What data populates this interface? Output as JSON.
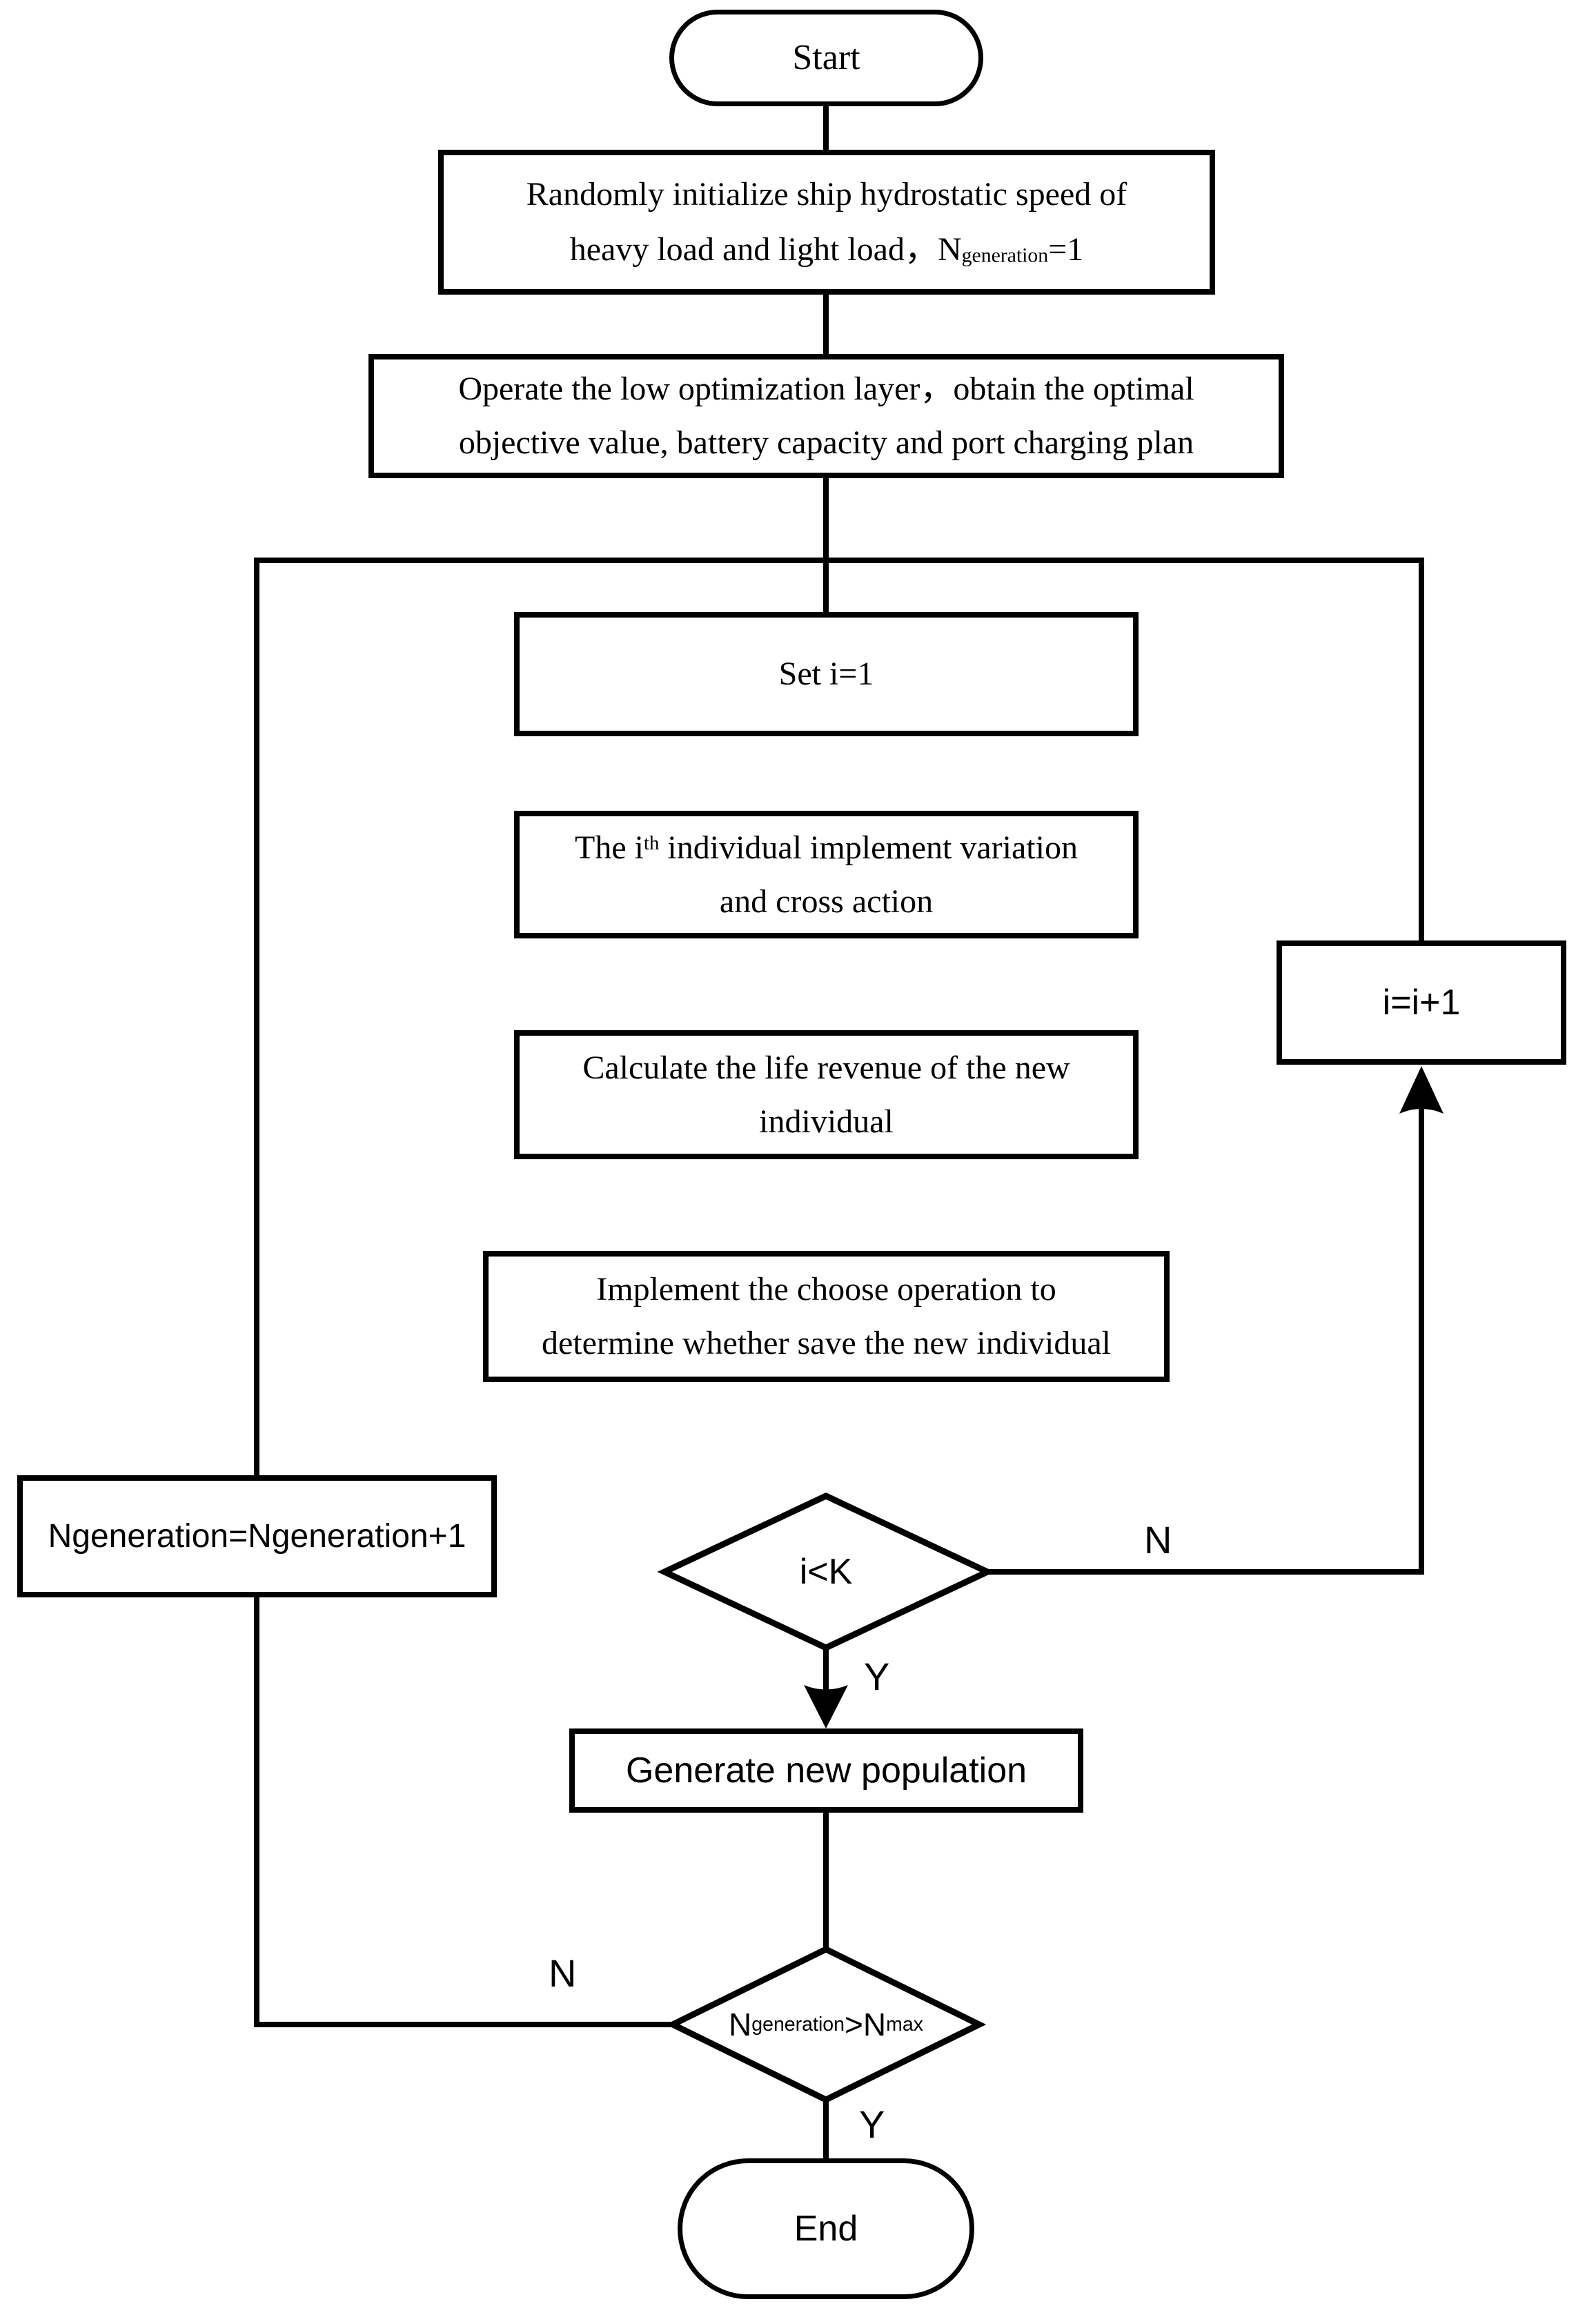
{
  "nodes": {
    "start": {
      "label": "Start"
    },
    "init": {
      "line1": "Randomly initialize ship hydrostatic speed of",
      "line2_text": "heavy load and light load，",
      "line2_var": "N",
      "line2_sub": "generation",
      "line2_tail": "=1"
    },
    "lower": {
      "line1": "Operate the low optimization layer，obtain the optimal",
      "line2": "objective value, battery capacity and port charging plan"
    },
    "set_i": {
      "label": "Set i=1"
    },
    "ith": {
      "line1_pre": "The i",
      "line1_sup": "th",
      "line1_post": " individual implement variation",
      "line2": "and cross action"
    },
    "calc": {
      "line1": "Calculate the life revenue of the new",
      "line2": "individual"
    },
    "impl": {
      "line1": "Implement the choose operation to",
      "line2": "determine whether save the new individual"
    },
    "cond_i": {
      "label": "i<K"
    },
    "inc_i": {
      "label": "i=i+1"
    },
    "gen_pop": {
      "label": "Generate new population"
    },
    "inc_gen": {
      "label": "Ngeneration=Ngeneration+1"
    },
    "cond_gen": {
      "p1": "N",
      "sub1": "generation",
      "p2": ">N",
      "sub2": "max"
    },
    "end": {
      "label": "End"
    }
  },
  "branch_labels": {
    "yes_inner": "Y",
    "no_inner": "N",
    "yes_outer": "Y",
    "no_outer": "N"
  }
}
